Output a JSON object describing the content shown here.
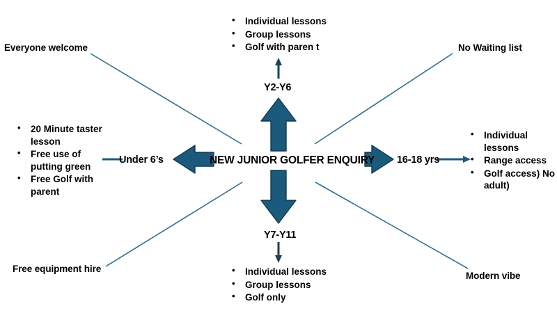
{
  "diagram": {
    "title": "NEW JUNIOR GOLFER ENQUIRY",
    "accent_color": "#1C5A7D",
    "line_color": "#2E6E92",
    "text_color": "#000000",
    "background_color": "#FFFFFF"
  },
  "center": {
    "label": "NEW JUNIOR GOLFER ENQUIRY"
  },
  "branches": {
    "up": {
      "label": "Y2-Y6",
      "bullets": [
        "Individual lessons",
        "Group lessons",
        "Golf with paren t"
      ]
    },
    "down": {
      "label": "Y7-Y11",
      "bullets": [
        "Individual lessons",
        "Group lessons",
        "Golf only"
      ]
    },
    "left": {
      "label": "Under 6’s",
      "bullets": [
        "20 Minute taster lesson",
        "Free use of putting green",
        "Free Golf with parent"
      ]
    },
    "right": {
      "label": "16-18 yrs",
      "bullets": [
        "Individual lessons",
        "Range access",
        "Golf access) No adult)"
      ]
    }
  },
  "corners": {
    "top_left": "Everyone welcome",
    "top_right": "No Waiting list",
    "bottom_left": "Free equipment hire",
    "bottom_right": "Modern vibe"
  }
}
